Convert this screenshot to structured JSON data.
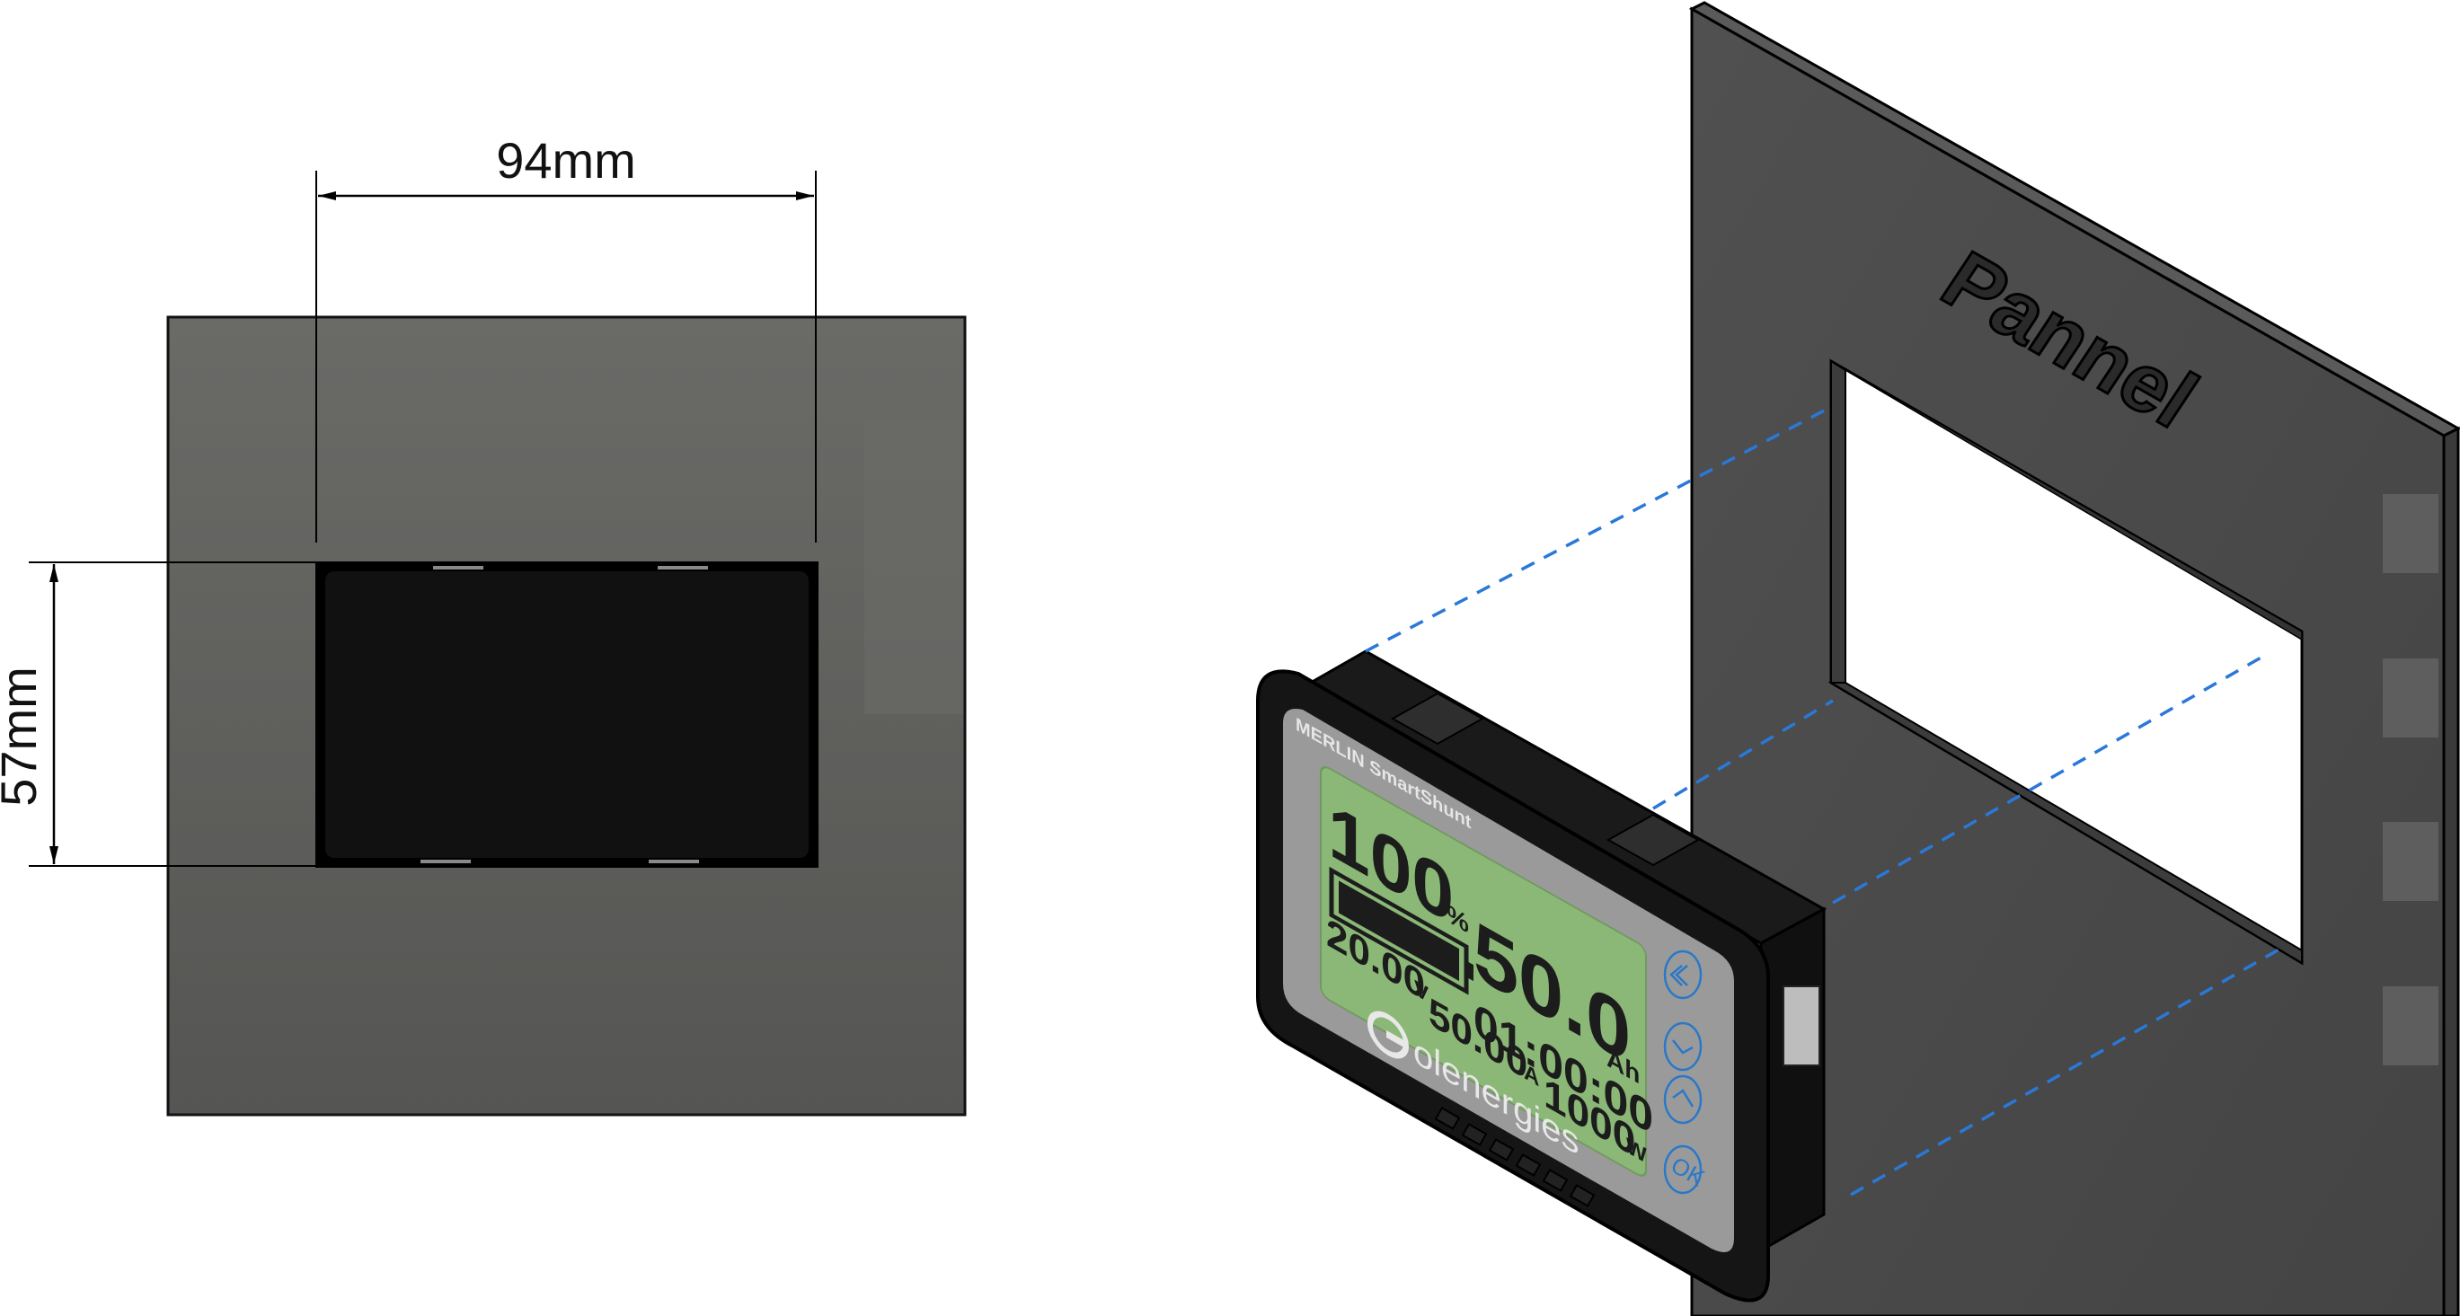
{
  "front_view": {
    "width_label": "94mm",
    "height_label": "57mm"
  },
  "panel": {
    "label": "Pannel"
  },
  "device": {
    "brand": "MERLIN SmartShunt",
    "percent_value": "100",
    "percent_unit": "%",
    "ah_value": "50.0",
    "ah_unit": "Ah",
    "voltage_value": "20.00",
    "voltage_unit": "V",
    "time_value": "01:00:00",
    "current_value": "50.00",
    "current_unit": "A",
    "power_value": "1000",
    "power_unit": "W",
    "logo_text": "olenergies",
    "buttons": {
      "ok_label": "OK"
    }
  },
  "colors": {
    "panel_front": "#5f5f5d",
    "panel_iso": "#4d4d4d",
    "lcd_green": "#8bb877",
    "guide_blue": "#2a78d8",
    "dimension_line": "#000000"
  }
}
